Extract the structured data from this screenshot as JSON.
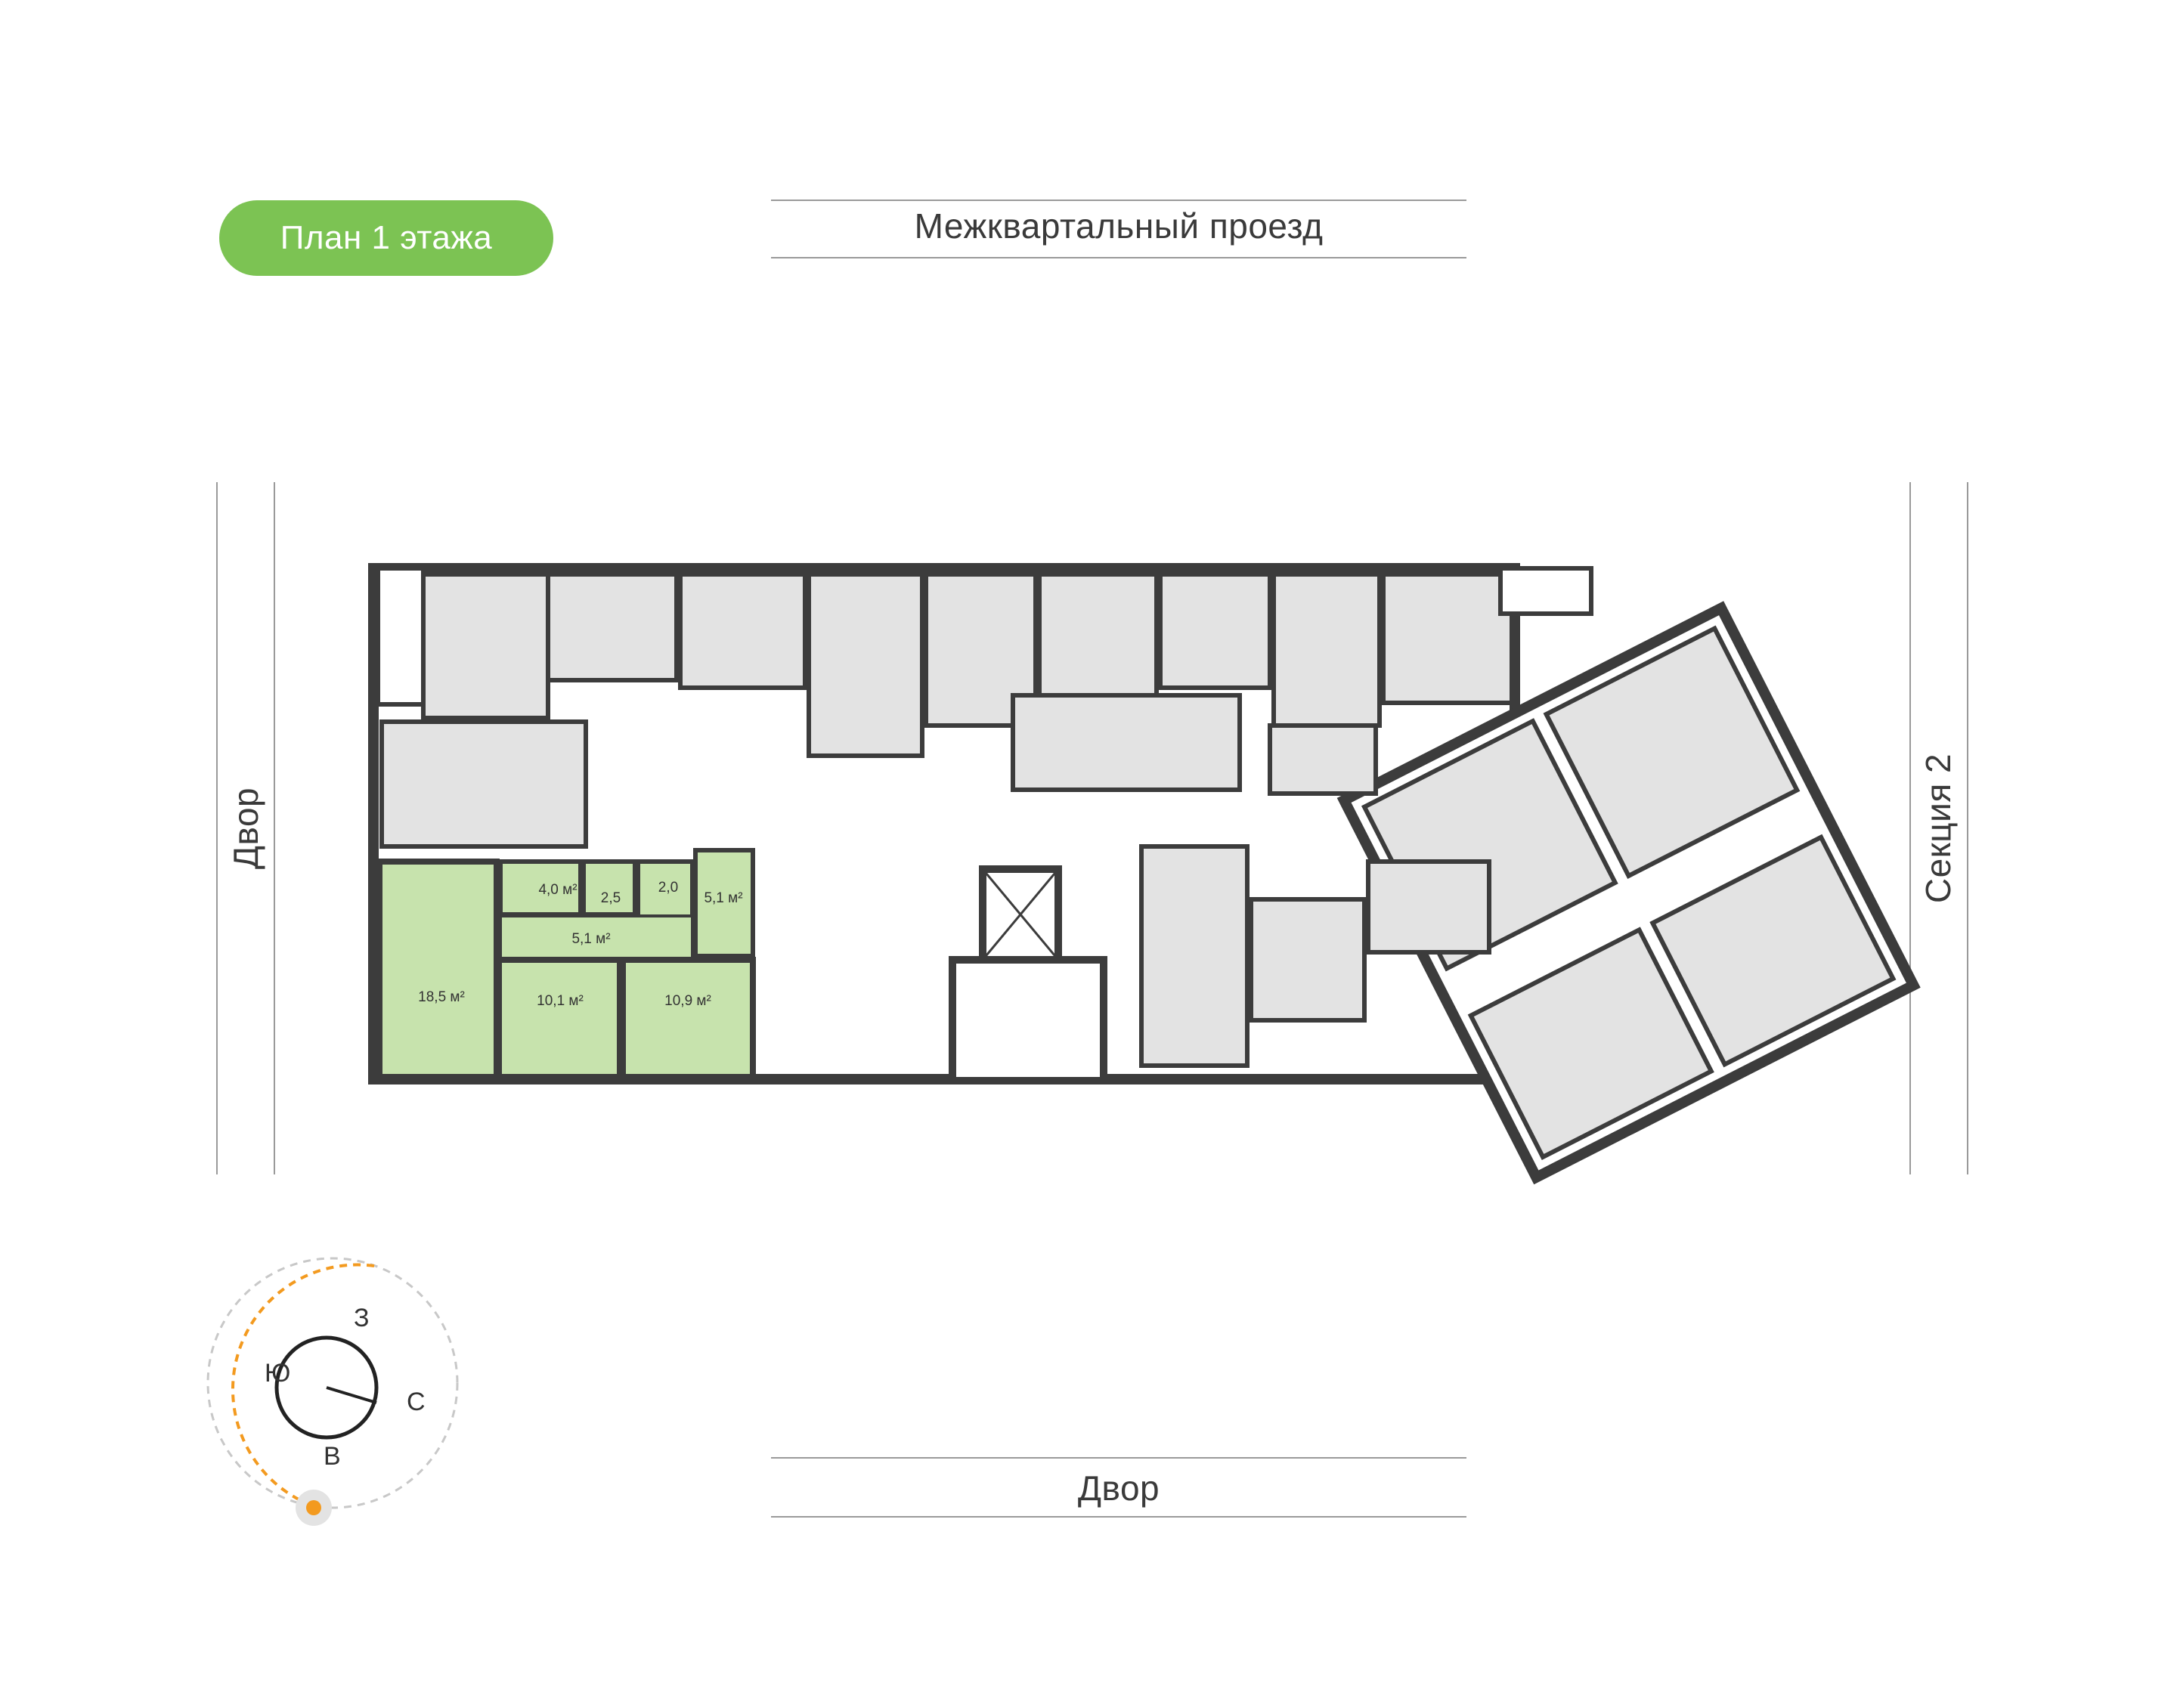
{
  "badge": {
    "label": "План 1 этажа"
  },
  "roads": {
    "top": "Межквартальный проезд",
    "bottom": "Двор",
    "left": "Двор",
    "right": "Секция 2"
  },
  "apartment": {
    "rooms": [
      {
        "area": "18,5 м²"
      },
      {
        "area": "10,1 м²"
      },
      {
        "area": "10,9 м²"
      },
      {
        "area": "4,0 м²"
      },
      {
        "area": "2,5"
      },
      {
        "area": "2,0"
      },
      {
        "area": "5,1 м²"
      },
      {
        "area": "5,1 м²"
      }
    ]
  },
  "compass": {
    "north": "С",
    "south": "Ю",
    "east": "В",
    "west": "З"
  },
  "colors": {
    "accent": "#7cc353",
    "selected_apartment": "#c7e3ad",
    "rooms": "#e3e3e3",
    "walls": "#3c3c3c",
    "sun": "#f39a1f"
  }
}
